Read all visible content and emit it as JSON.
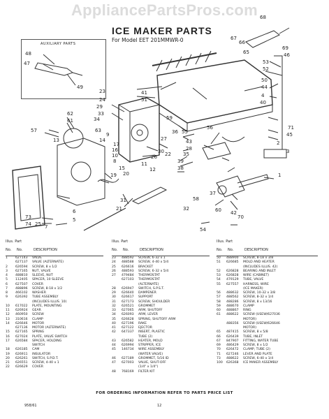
{
  "watermark": "AppliancePartsPros.com",
  "title": "ICE MAKER PARTS",
  "subtitle": "For Model EET 201MMWR-0",
  "aux_label": "AUXILIARY PARTS",
  "callouts": {
    "c68": "68",
    "c67": "67",
    "c66": "66",
    "c65": "65",
    "c69": "69",
    "c46": "46",
    "c53": "53",
    "c52": "52",
    "c50": "50",
    "c44": "44",
    "c4": "4",
    "c40": "40",
    "c41": "41",
    "c51": "51",
    "c71": "71",
    "c45": "45",
    "c2": "2",
    "c3": "3",
    "c1": "1",
    "c48": "48",
    "c47": "47",
    "c49": "49",
    "c23": "23",
    "c24": "24",
    "c29": "29",
    "c33": "33",
    "c34": "34",
    "c62": "62",
    "c61": "61",
    "c63": "63",
    "c57": "57",
    "c13": "13",
    "c14": "14",
    "c9": "9",
    "c17": "17",
    "c16": "16",
    "c10": "10",
    "c8": "8",
    "c30": "30",
    "c26": "26",
    "c22": "22",
    "c15": "15",
    "c20": "20",
    "c19": "19",
    "c11": "11",
    "c12": "12",
    "c27": "27",
    "c36": "36",
    "c55": "55",
    "c43": "43",
    "c28": "28",
    "c35": "35",
    "c39": "39",
    "c38": "38",
    "c59": "59",
    "c56": "56",
    "c58": "58",
    "c37": "37",
    "c60": "60",
    "c42": "42",
    "c70": "70",
    "c6": "6",
    "c5": "5",
    "c31": "31",
    "c21": "21",
    "c73": "73",
    "c74": "74",
    "c25": "25",
    "c7": "7",
    "c54": "54",
    "c32": "32"
  },
  "table": {
    "col1": {
      "h1": "Illus. Part",
      "h2": "No.",
      "h3": "No.",
      "h4": "DESCRIPTION",
      "rows": [
        [
          "1",
          "627143",
          "VALVE"
        ],
        [
          "",
          "627137",
          "VALVE (ALTERNATE)"
        ],
        [
          "2",
          "626594",
          "SCREW, 8 x 1/2"
        ],
        [
          "3",
          "627165",
          "NUT, VALVE"
        ],
        [
          "4",
          "488810",
          "SLEEVE, NUT"
        ],
        [
          "5",
          "112405",
          "SPACER, 10 SLEEVE"
        ],
        [
          "6",
          "627507",
          "COVER"
        ],
        [
          "7",
          "488896",
          "SCREW, 8-18 x 1/2"
        ],
        [
          "8",
          "466102",
          "WASHER"
        ],
        [
          "9",
          "626392",
          "TUBE ASSEMBLY"
        ],
        [
          "",
          "",
          "(INCLUDES ILLUS. 10)"
        ],
        [
          "10",
          "617022",
          "PLATE, MOUNTING"
        ],
        [
          "11",
          "626924",
          "GEAR"
        ],
        [
          "12",
          "460950",
          "SCREW"
        ],
        [
          "13",
          "310616",
          "CLAMP"
        ],
        [
          "14",
          "626646",
          "MOTOR"
        ],
        [
          "",
          "627136",
          "MOTOR (ALTERNATE)"
        ],
        [
          "15",
          "627165",
          "SPRING"
        ],
        [
          "16",
          "627024",
          "PLATE, VALVE SWITCH"
        ],
        [
          "17",
          "626584",
          "SPACER, HOLDING"
        ],
        [
          "",
          "",
          "SWITCH"
        ],
        [
          "18",
          "626185",
          "CAM"
        ],
        [
          "19",
          "626911",
          "INSULATOR"
        ],
        [
          "20",
          "626261",
          "SWITCH, S.P.D.T."
        ],
        [
          "21",
          "626551",
          "SCREW, 4-40 x 1"
        ],
        [
          "22",
          "626629",
          "COVER"
        ]
      ]
    },
    "col2": {
      "h1": "Illus. Part",
      "h2": "No.",
      "h3": "No.",
      "h4": "DESCRIPTION",
      "rows": [
        [
          "23",
          "488592",
          "SCREW, 6-32 x 1"
        ],
        [
          "24",
          "488588",
          "SCREW, 4-40 x 5/4"
        ],
        [
          "25",
          "626616",
          "BRACKET"
        ],
        [
          "26",
          "488593",
          "SCREW, 6-32 x 5/4"
        ],
        [
          "27",
          "479484",
          "THERMOSTAT"
        ],
        [
          "",
          "627103",
          "THERMOSTAT"
        ],
        [
          "",
          "",
          "(ALTERNATE)"
        ],
        [
          "28",
          "626947",
          "SWITCH, S.P.S.T."
        ],
        [
          "29",
          "626640",
          "DAMPENER"
        ],
        [
          "30",
          "626617",
          "SUPPORT"
        ],
        [
          "31",
          "627173",
          "SCREW, SHOULDER"
        ],
        [
          "32",
          "626521",
          "GROMMET"
        ],
        [
          "33",
          "627065",
          "ARM, SHUTOFF"
        ],
        [
          "34",
          "626093",
          "ARM, LEVER"
        ],
        [
          "35",
          "626628",
          "SPRING, SHUTOFF ARM"
        ],
        [
          "40",
          "627196",
          "RAKE"
        ],
        [
          "41",
          "627122",
          "EJECTOR"
        ],
        [
          "42",
          "647337",
          "INSERT, PLASTIC"
        ],
        [
          "",
          "",
          "TUBE (2)"
        ],
        [
          "43",
          "626582",
          "HEATER, MOLD"
        ],
        [
          "44",
          "626994",
          "STRIPPER, ICE"
        ],
        [
          "45",
          "146734",
          "WIRE ASSEMBLY"
        ],
        [
          "",
          "",
          "(WATER VALVE)"
        ],
        [
          "46",
          "627189",
          "GROMMET, 5/16 ID"
        ],
        [
          "47",
          "627003",
          "VALVE, SHUT-OFF"
        ],
        [
          "",
          "",
          "(1/4\" x 1/4\")"
        ],
        [
          "48",
          "768169",
          "FILTER KIT"
        ]
      ]
    },
    "col3": {
      "h1": "Illus. Part",
      "h2": "No.",
      "h3": "No.",
      "h4": "DESCRIPTION",
      "rows": [
        [
          "50",
          "488900",
          "SCREW, 8-18 x 3/8"
        ],
        [
          "51",
          "626685",
          "MOLD AND HEATER"
        ],
        [
          "",
          "",
          "(INCLUDES ILLUS. 42)"
        ],
        [
          "52",
          "626828",
          "BEARING AND INLET"
        ],
        [
          "53",
          "626828",
          "WIRE (CABINET)"
        ],
        [
          "54",
          "479129",
          "TUBE, VALVE"
        ],
        [
          "55",
          "627557",
          "HARNESS, WIRE"
        ],
        [
          "",
          "",
          "(ICE MAKER)"
        ],
        [
          "56",
          "488632",
          "SCREW, 10-32 x 3/8"
        ],
        [
          "57",
          "488562",
          "SCREW, 8-32 x 1/4"
        ],
        [
          "58",
          "488286",
          "SCREW, 8 x 13/16"
        ],
        [
          "59",
          "488670",
          "CLAMP"
        ],
        [
          "60",
          "488867",
          "RING"
        ],
        [
          "61",
          "488622",
          "SCREW (USEW/627036"
        ],
        [
          "",
          "",
          "MOTOR)"
        ],
        [
          "",
          "488356",
          "SCREW (USEW/626646"
        ],
        [
          "",
          "",
          "MOTOR)"
        ],
        [
          "65",
          "487415",
          "SCREW, 8 x 5/8"
        ],
        [
          "66",
          "626439",
          "TUBE, INLET"
        ],
        [
          "67",
          "847907",
          "FITTING, WATER TUBE"
        ],
        [
          "69",
          "486429",
          "SCREW, 8 x 1/2"
        ],
        [
          "70",
          "626472",
          "CLAMP, TUBE (2)"
        ],
        [
          "71",
          "627246",
          "LEVER AND PLATE"
        ],
        [
          "73",
          "488622",
          "SCREW, 6-40 x 1/4"
        ],
        [
          "100",
          "626368",
          "ICE MAKER ASSEMBLY"
        ]
      ]
    }
  },
  "footer": "FOR ORDERING INFORMATION REFER TO PARTS PRICE LIST",
  "page_code": "958/61",
  "page_num": "12"
}
